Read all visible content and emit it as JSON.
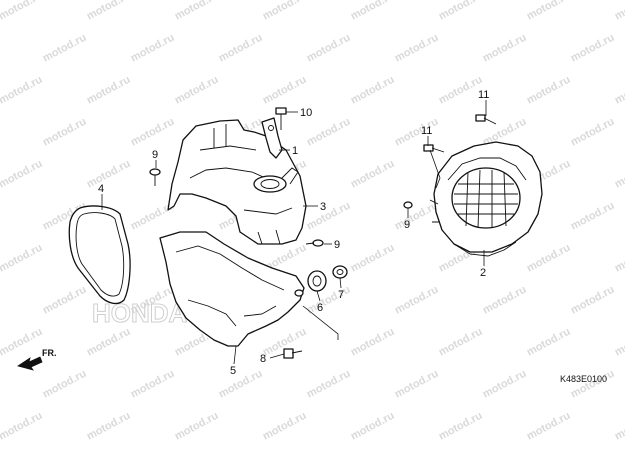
{
  "watermark_text": "motod.ru",
  "brand_mark": "HONDA",
  "direction_label": "FR.",
  "diagram_code": "K483E0100",
  "callouts": {
    "c1": "1",
    "c2": "2",
    "c3": "3",
    "c4": "4",
    "c5": "5",
    "c6": "6",
    "c7": "7",
    "c8": "8",
    "c9a": "9",
    "c9b": "9",
    "c9c": "9",
    "c10": "10",
    "c11a": "11",
    "c11b": "11"
  }
}
